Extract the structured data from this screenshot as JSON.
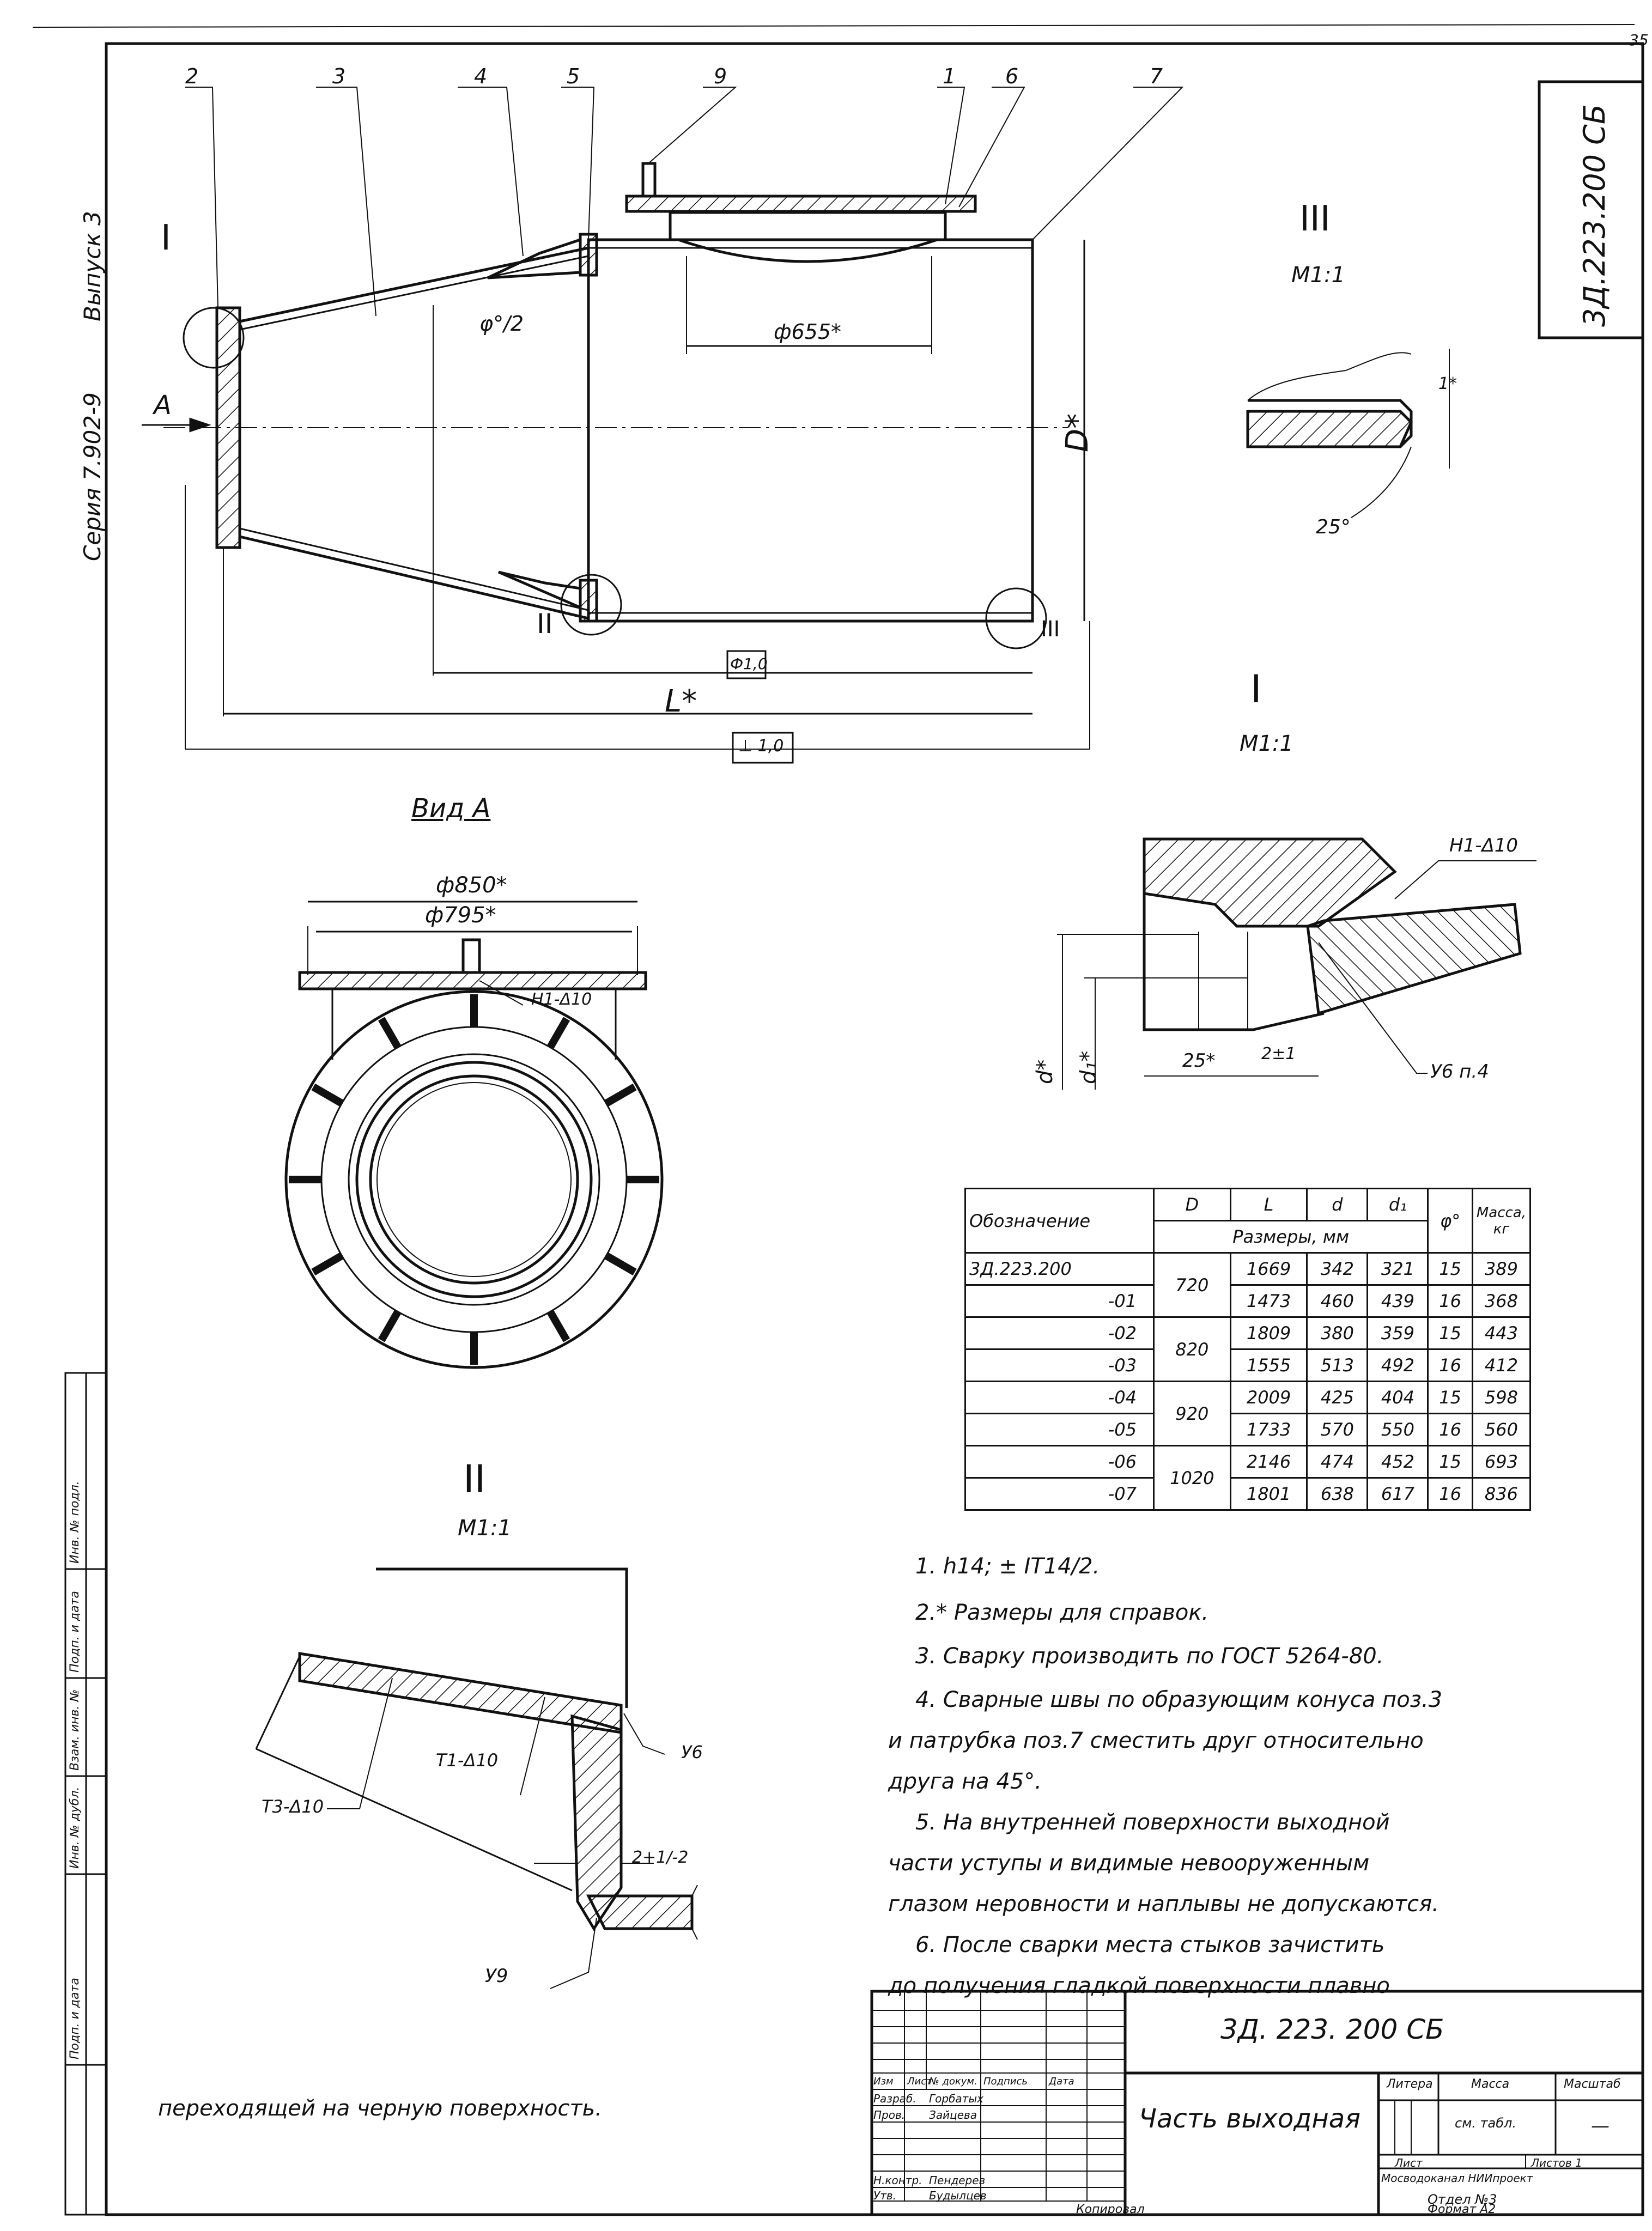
{
  "page": {
    "number": "35"
  },
  "margin_left": {
    "issue": "Выпуск 3",
    "series": "Серия 7.902-9"
  },
  "doc_code": "3Д.223.200 СБ",
  "main_view": {
    "pos_labels": [
      "2",
      "3",
      "4",
      "5",
      "9",
      "1",
      "6",
      "7"
    ],
    "view_marker": "А",
    "detail_I": "I",
    "detail_II": "II",
    "detail_III": "III",
    "dim_d655": "ф655*",
    "dim_D": "D*",
    "dim_L": "L*",
    "angle": "φ°/2",
    "tol_coax": "Ф1,0",
    "tol_perp": "⊥ 1,0"
  },
  "detail_III": {
    "title": "III",
    "scale": "М1:1",
    "angle": "25°",
    "dim": "1*"
  },
  "detail_I": {
    "title": "I",
    "scale": "М1:1",
    "weld_top": "Н1-Δ10",
    "weld_bottom": "У6 п.4",
    "dim_25": "25*",
    "dim_2": "2±1",
    "dim_d": "d*",
    "dim_d1": "d₁*"
  },
  "view_A": {
    "title": "Вид А",
    "dim_850": "ф850*",
    "dim_795": "ф795*",
    "weld": "Н1-Δ10"
  },
  "detail_II": {
    "title": "II",
    "scale": "М1:1",
    "weld_t1": "Т1-Δ10",
    "weld_t3": "Т3-Δ10",
    "weld_u6": "У6",
    "weld_u9": "У9",
    "dim_gap": "2+1/-2"
  },
  "spec_table": {
    "header_name": "Обозначение",
    "header_sizes": "Размеры, мм",
    "header_cols": [
      "D",
      "L",
      "d",
      "d₁"
    ],
    "header_phi": "φ°",
    "header_mass": "Масса, кг",
    "rows": [
      {
        "name": "3Д.223.200",
        "D": "720",
        "L": "1669",
        "d": "342",
        "d1": "321",
        "phi": "15",
        "mass": "389"
      },
      {
        "name": "-01",
        "D": "",
        "L": "1473",
        "d": "460",
        "d1": "439",
        "phi": "16",
        "mass": "368"
      },
      {
        "name": "-02",
        "D": "820",
        "L": "1809",
        "d": "380",
        "d1": "359",
        "phi": "15",
        "mass": "443"
      },
      {
        "name": "-03",
        "D": "",
        "L": "1555",
        "d": "513",
        "d1": "492",
        "phi": "16",
        "mass": "412"
      },
      {
        "name": "-04",
        "D": "920",
        "L": "2009",
        "d": "425",
        "d1": "404",
        "phi": "15",
        "mass": "598"
      },
      {
        "name": "-05",
        "D": "",
        "L": "1733",
        "d": "570",
        "d1": "550",
        "phi": "16",
        "mass": "560"
      },
      {
        "name": "-06",
        "D": "1020",
        "L": "2146",
        "d": "474",
        "d1": "452",
        "phi": "15",
        "mass": "693"
      },
      {
        "name": "-07",
        "D": "",
        "L": "1801",
        "d": "638",
        "d1": "617",
        "phi": "16",
        "mass": "836"
      }
    ]
  },
  "notes": [
    "1. h14; ± IT14/2.",
    "2.* Размеры для справок.",
    "3. Сварку производить по ГОСТ 5264-80.",
    "4. Сварные швы по образующим конуса поз.3",
    "и патрубка поз.7 сместить друг относительно",
    "друга на 45°.",
    "5. На внутренней поверхности выходной",
    "части уступы и видимые невооруженным",
    "глазом неровности и наплывы не допускаются.",
    "6. После сварки места стыков зачистить",
    "до получения гладкой поверхности плавно",
    "переходящей на черную поверхность."
  ],
  "title_block": {
    "code": "3Д. 223. 200 СБ",
    "name": "Часть выходная",
    "col_headers": [
      "Изм",
      "Лист",
      "№ докум.",
      "Подпись",
      "Дата"
    ],
    "razrab_label": "Разраб.",
    "razrab_name": "Горбатых",
    "prov_label": "Пров.",
    "prov_name": "Зайцева",
    "nkontr_label": "Н.контр.",
    "nkontr_name": "Пендерев",
    "utv_label": "Утв.",
    "utv_name": "Будылцев",
    "litera": "Литера",
    "massa": "Масса",
    "massa_val": "см. табл.",
    "masshtab": "Масштаб",
    "masshtab_val": "—",
    "list": "Лист",
    "listov": "Листов 1",
    "org": "Мосводоканал НИИпроект",
    "dept": "Отдел №3",
    "copied": "Копировал",
    "format": "Формат А2"
  },
  "side_stamp": [
    "Инв. № подл.",
    "Подп. и дата",
    "Взам. инв. №",
    "Инв. № дубл.",
    "Подп. и дата"
  ]
}
